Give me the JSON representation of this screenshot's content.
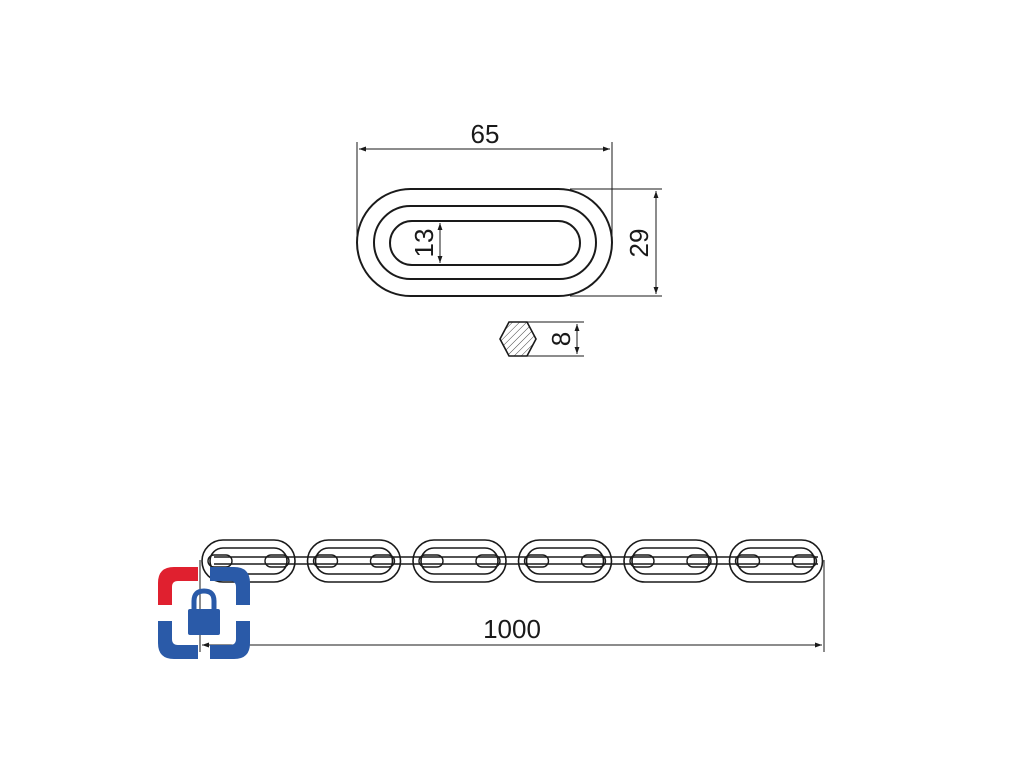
{
  "link_view": {
    "length_label": "65",
    "height_label": "29",
    "inner_width_label": "13"
  },
  "wire_section": {
    "diameter_label": "8"
  },
  "chain_view": {
    "total_length_label": "1000",
    "link_count": 6
  },
  "logo": {
    "icon": "padlock-icon",
    "colors": {
      "red": "#e0202f",
      "blue": "#2a5aa8"
    }
  },
  "colors": {
    "line": "#1a1a1a",
    "background": "#ffffff"
  }
}
